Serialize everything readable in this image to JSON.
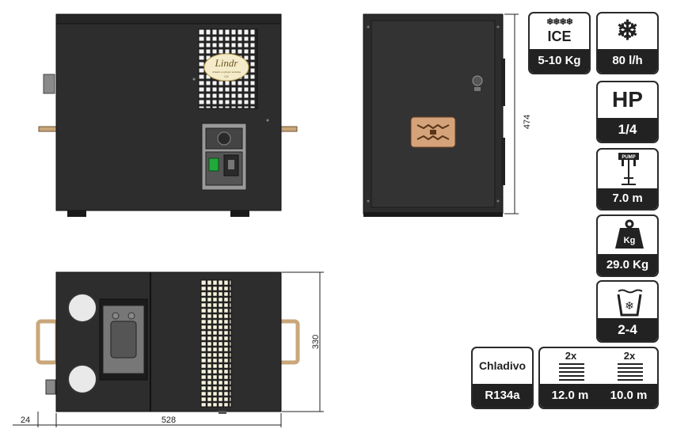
{
  "brand": {
    "logo_text": "Lindr",
    "logo_sub": "chladicí a výčepní technika",
    "logo_code": "CZ"
  },
  "dimensions": {
    "height": "474",
    "depth": "330",
    "width": "528",
    "handle": "24"
  },
  "specs": {
    "ice": {
      "icon": "snowflakes-icon",
      "label": "ICE",
      "value": "5-10 Kg"
    },
    "capacity": {
      "icon": "snowflake-icon",
      "value": "80 l/h"
    },
    "compressor": {
      "label": "HP",
      "value": "1/4"
    },
    "pump": {
      "icon": "pump-icon",
      "label": "PUMP",
      "value": "7.0 m"
    },
    "weight": {
      "icon": "weight-icon",
      "label": "Kg",
      "value": "29.0 Kg"
    },
    "taps": {
      "icon": "cup-snowflake-icon",
      "value": "2-4"
    },
    "refrigerant": {
      "label": "Chladivo",
      "value": "R134a"
    },
    "coils": {
      "icon": "coil-icon",
      "count1": "2x",
      "count2": "2x",
      "value1": "12.0 m",
      "value2": "10.0 m"
    }
  },
  "colors": {
    "unit_body": "#2d2d2d",
    "unit_dark": "#1c1c1c",
    "switch_green": "#1faa3a",
    "badge_dark": "#222222"
  }
}
